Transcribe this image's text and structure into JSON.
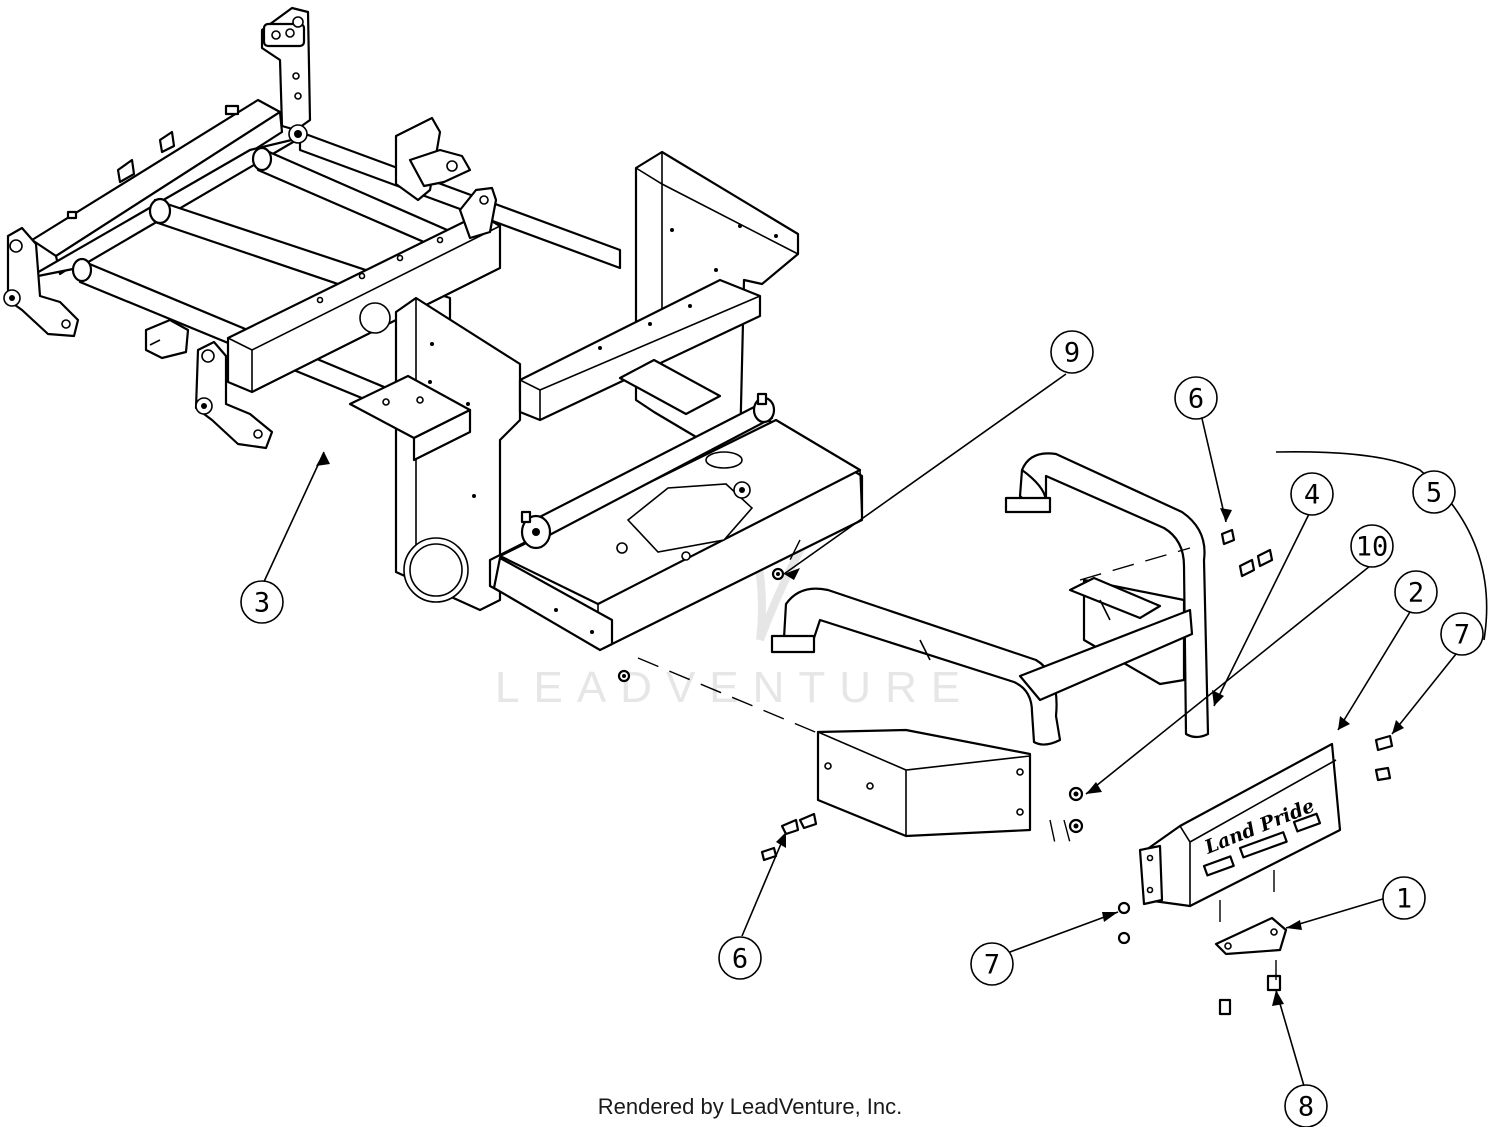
{
  "watermark": "LEADVENTURE",
  "caption": "Rendered by LeadVenture, Inc.",
  "logo_text": "Land Pride",
  "callouts": [
    {
      "id": "callout-1",
      "label": "1"
    },
    {
      "id": "callout-2",
      "label": "2"
    },
    {
      "id": "callout-3",
      "label": "3"
    },
    {
      "id": "callout-4",
      "label": "4"
    },
    {
      "id": "callout-5",
      "label": "5"
    },
    {
      "id": "callout-6a",
      "label": "6"
    },
    {
      "id": "callout-6b",
      "label": "6"
    },
    {
      "id": "callout-7a",
      "label": "7"
    },
    {
      "id": "callout-7b",
      "label": "7"
    },
    {
      "id": "callout-8",
      "label": "8"
    },
    {
      "id": "callout-9",
      "label": "9"
    },
    {
      "id": "callout-10",
      "label": "10"
    }
  ]
}
